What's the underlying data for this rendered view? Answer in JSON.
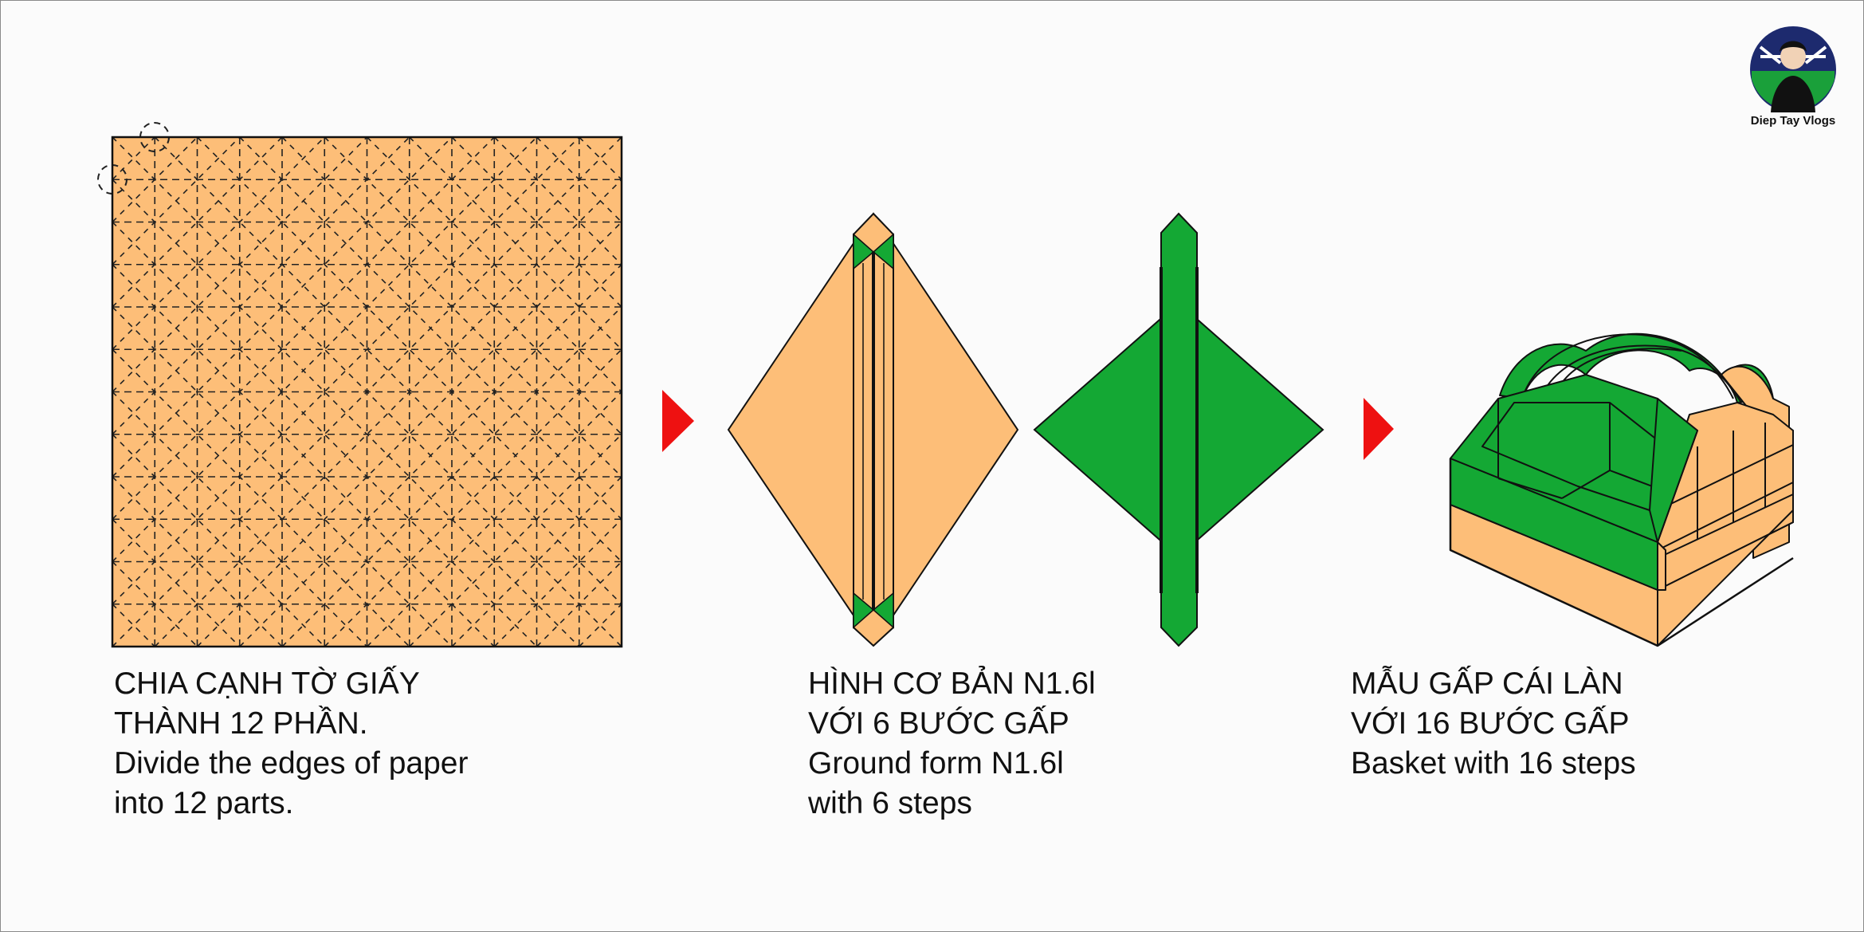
{
  "colors": {
    "paper_orange": "#fdbe78",
    "paper_green": "#14a834",
    "arrow_red": "#ee1111",
    "outline": "#111111"
  },
  "steps": [
    {
      "lines": [
        "CHIA CẠNH TỜ GIẤY",
        "THÀNH 12 PHẦN.",
        "Divide the edges of paper",
        "into 12 parts."
      ],
      "figure": "square-crease-pattern"
    },
    {
      "lines": [
        "HÌNH CƠ BẢN N1.6l",
        "VỚI 6 BƯỚC GẤP",
        "Ground form N1.6l",
        "with 6 steps"
      ],
      "figure": "ground-form-front-and-back"
    },
    {
      "lines": [
        "MẪU GẤP CÁI LÀN",
        "VỚI 16 BƯỚC GẤP",
        "Basket with 16 steps"
      ],
      "figure": "basket-3d"
    }
  ],
  "crease_pattern": {
    "divisions": 12
  },
  "arrows": [
    "arrow-right",
    "arrow-right"
  ],
  "logo": {
    "text": "Diep Tay Vlogs",
    "icon": "channel-avatar-icon"
  }
}
